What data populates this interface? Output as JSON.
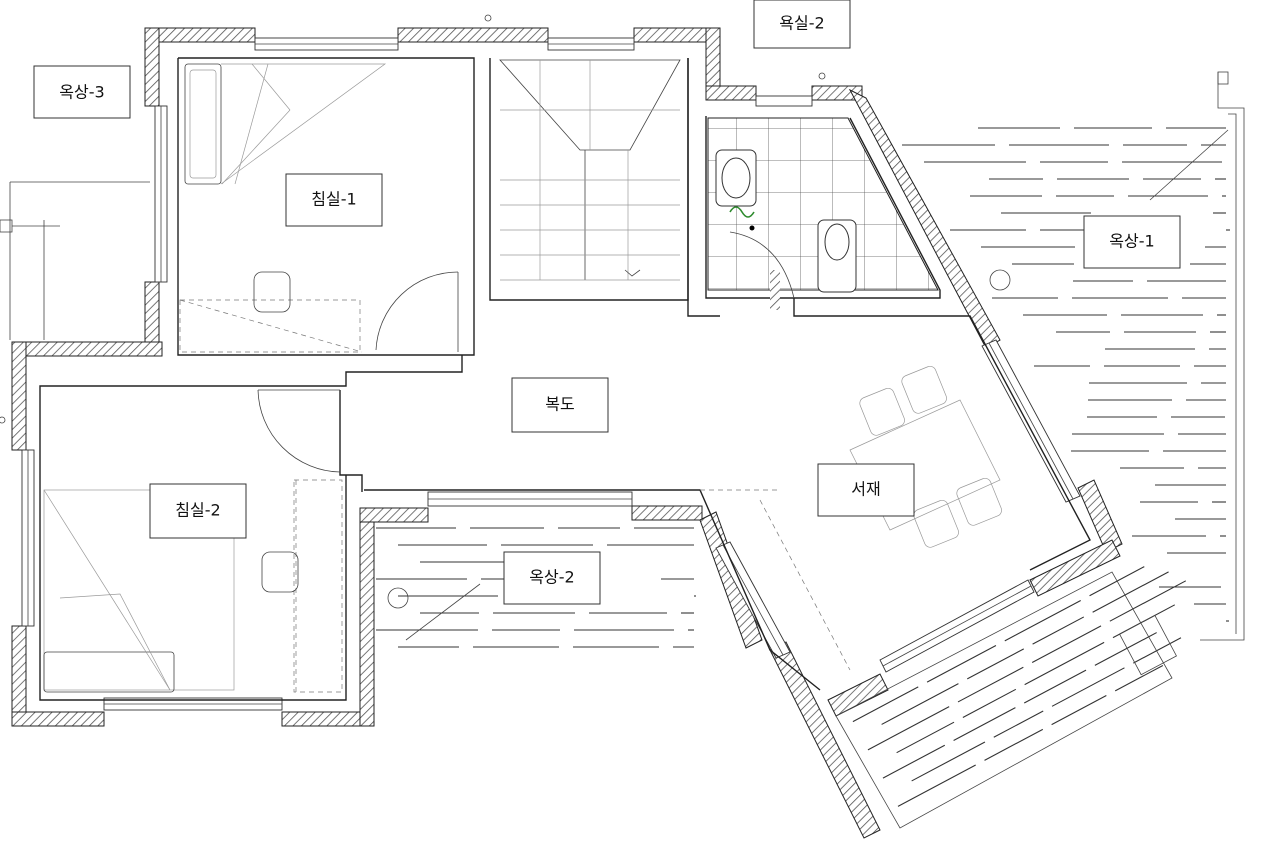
{
  "rooms": {
    "bedroom1": "침실-1",
    "bedroom2": "침실-2",
    "corridor": "복도",
    "study": "서재",
    "bathroom2": "욕실-2",
    "rooftop1": "옥상-1",
    "rooftop2": "옥상-2",
    "rooftop3": "옥상-3"
  },
  "colors": {
    "wall": "#222222",
    "insulation": "#555555",
    "drain": "#2e8b2e"
  }
}
